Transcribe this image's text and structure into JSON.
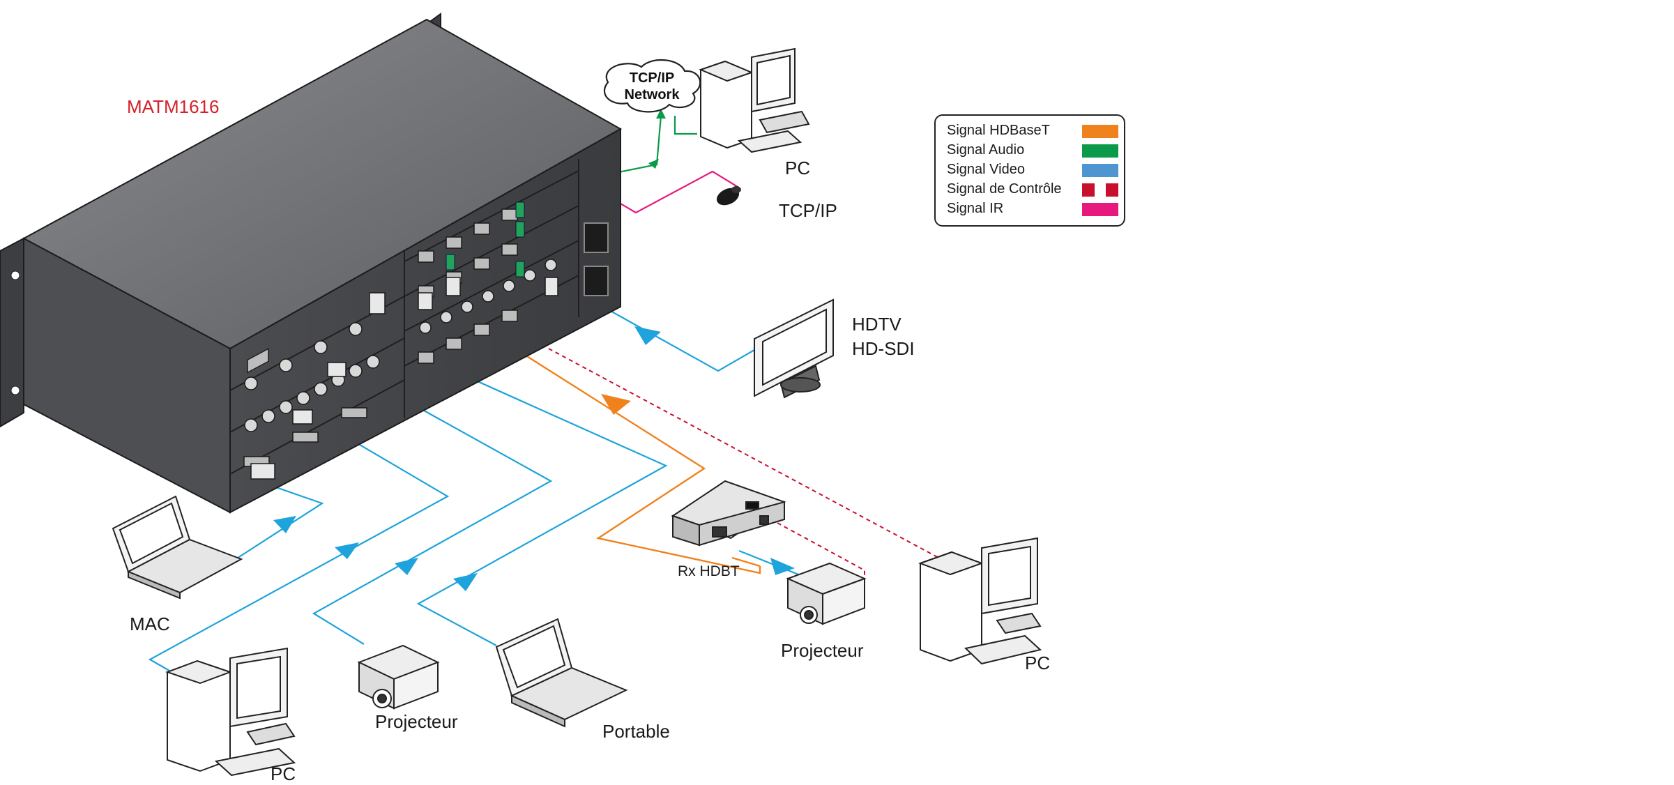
{
  "device": {
    "model": "MATM1616"
  },
  "network": {
    "line1": "TCP/IP",
    "line2": "Network"
  },
  "labels": {
    "pc_top": "PC",
    "tcpip": "TCP/IP",
    "hdtv_line1": "HDTV",
    "hdtv_line2": "HD-SDI",
    "rx_hdbt": "Rx HDBT",
    "projecteur_right": "Projecteur",
    "pc_right": "PC",
    "mac": "MAC",
    "pc_bottom": "PC",
    "projecteur_bottom": "Projecteur",
    "portable": "Portable"
  },
  "legend": {
    "items": [
      {
        "label": "Signal HDBaseT",
        "color": "#f0821e",
        "style": "solid"
      },
      {
        "label": "Signal Audio",
        "color": "#0a9a4a",
        "style": "solid"
      },
      {
        "label": "Signal Video",
        "color": "#4f95d2",
        "style": "solid"
      },
      {
        "label": "Signal de Contrôle",
        "color": "#c8102e",
        "style": "dashed"
      },
      {
        "label": "Signal IR",
        "color": "#e6197e",
        "style": "solid"
      }
    ]
  },
  "colors": {
    "hdbaset": "#f0821e",
    "audio": "#0a9a4a",
    "video": "#1ea3dc",
    "control": "#c8102e",
    "ir": "#e6197e",
    "model_label": "#d2232a",
    "chassis": "#6d6e71"
  }
}
